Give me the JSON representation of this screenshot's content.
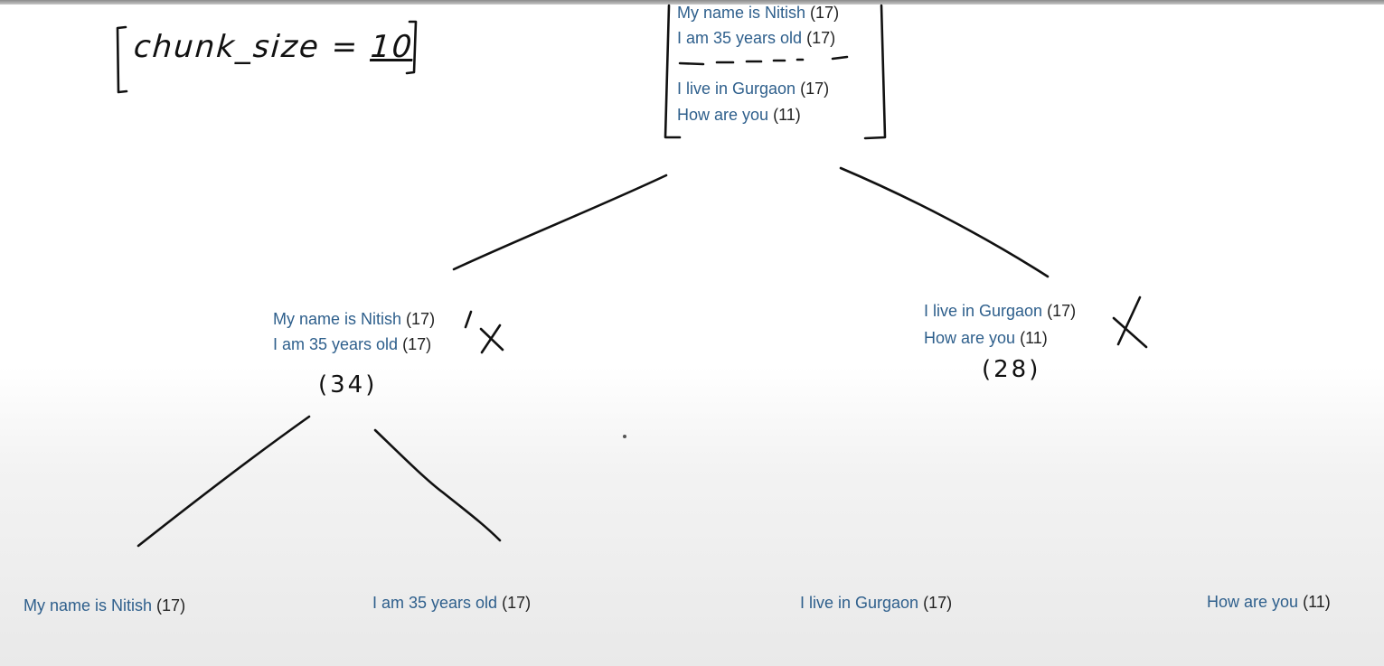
{
  "chunk_note": {
    "label": "chunk_size = ",
    "value": "10"
  },
  "root": {
    "sentences": [
      {
        "text": "My name is Nitish",
        "count": "(17)"
      },
      {
        "text": "I am 35 years old",
        "count": "(17)"
      },
      {
        "text": "I live in Gurgaon",
        "count": "(17)"
      },
      {
        "text": "How are you",
        "count": "(11)"
      }
    ]
  },
  "left_child": {
    "sentences": [
      {
        "text": "My name is Nitish",
        "count": "(17)"
      },
      {
        "text": "I am 35 years old",
        "count": "(17)"
      }
    ],
    "total": "(34)"
  },
  "right_child": {
    "sentences": [
      {
        "text": "I live in Gurgaon",
        "count": "(17)"
      },
      {
        "text": "How are you",
        "count": "(11)"
      }
    ],
    "total": "(28)"
  },
  "leaves": [
    {
      "text": "My name is Nitish",
      "count": "(17)"
    },
    {
      "text": "I am 35 years old",
      "count": "(17)"
    },
    {
      "text": "I live in Gurgaon",
      "count": "(17)"
    },
    {
      "text": "How are you",
      "count": "(11)"
    }
  ],
  "colors": {
    "sentence_text": "#2e5f8c",
    "count_text": "#222222",
    "ink": "#111111"
  }
}
